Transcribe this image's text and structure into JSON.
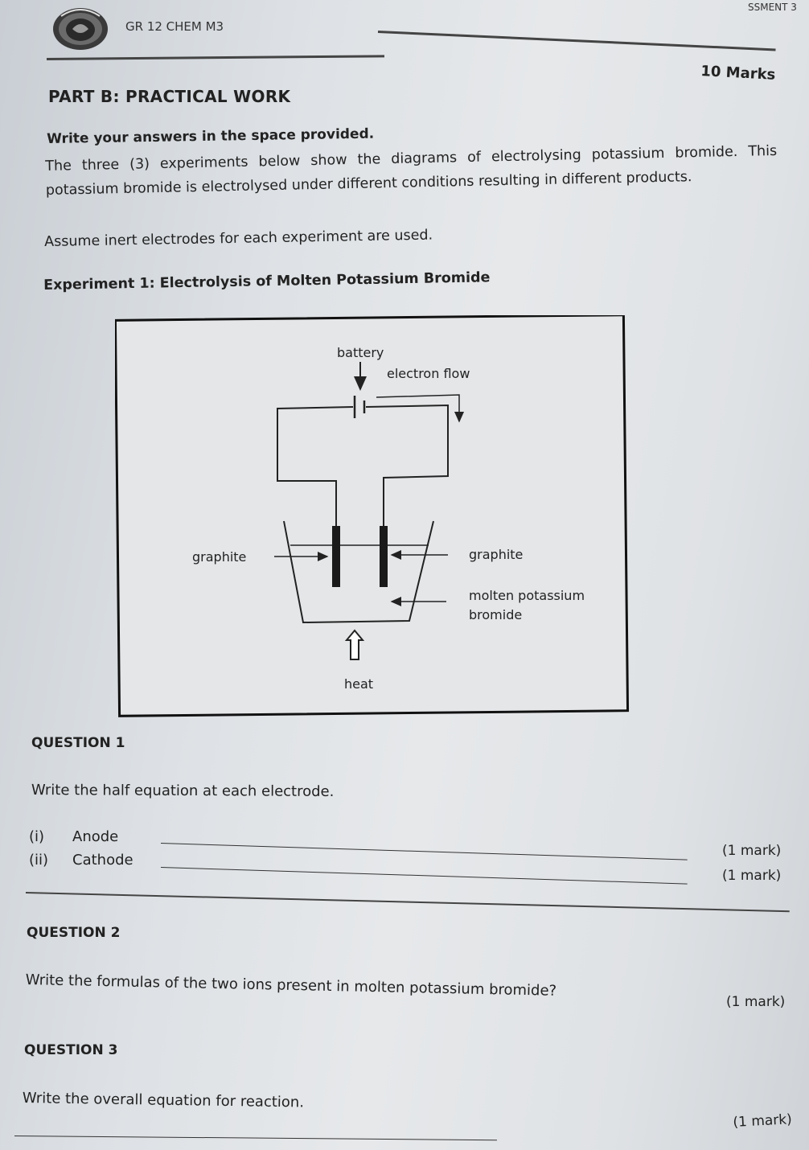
{
  "header": {
    "corner_text": "SSMENT 3",
    "code": "GR 12 CHEM M3",
    "total_marks": "10 Marks"
  },
  "part": {
    "title": "PART B:   PRACTICAL WORK",
    "instruction": "Write your answers in the space provided.",
    "intro": "The three (3) experiments below show the diagrams of electrolysing potassium bromide. This potassium bromide is electrolysed under different conditions resulting in different products.",
    "assumption": "Assume inert electrodes for each experiment are used."
  },
  "experiment": {
    "heading": "Experiment 1:    Electrolysis of Molten Potassium Bromide",
    "labels": {
      "battery": "battery",
      "electron_flow": "electron flow",
      "graphite_left": "graphite",
      "graphite_right": "graphite",
      "electrolyte_line1": "molten potassium",
      "electrolyte_line2": "bromide",
      "heat": "heat"
    }
  },
  "questions": [
    {
      "title": "QUESTION 1",
      "text": "Write the half equation at each electrode.",
      "parts": [
        {
          "num": "(i)",
          "label": "Anode",
          "mark": "(1 mark)"
        },
        {
          "num": "(ii)",
          "label": "Cathode",
          "mark": "(1 mark)"
        }
      ]
    },
    {
      "title": "QUESTION 2",
      "text": "Write the formulas of the two ions present in molten potassium bromide?",
      "mark": "(1 mark)"
    },
    {
      "title": "QUESTION 3",
      "text": "Write the overall equation for reaction.",
      "mark": "(1 mark)"
    }
  ]
}
